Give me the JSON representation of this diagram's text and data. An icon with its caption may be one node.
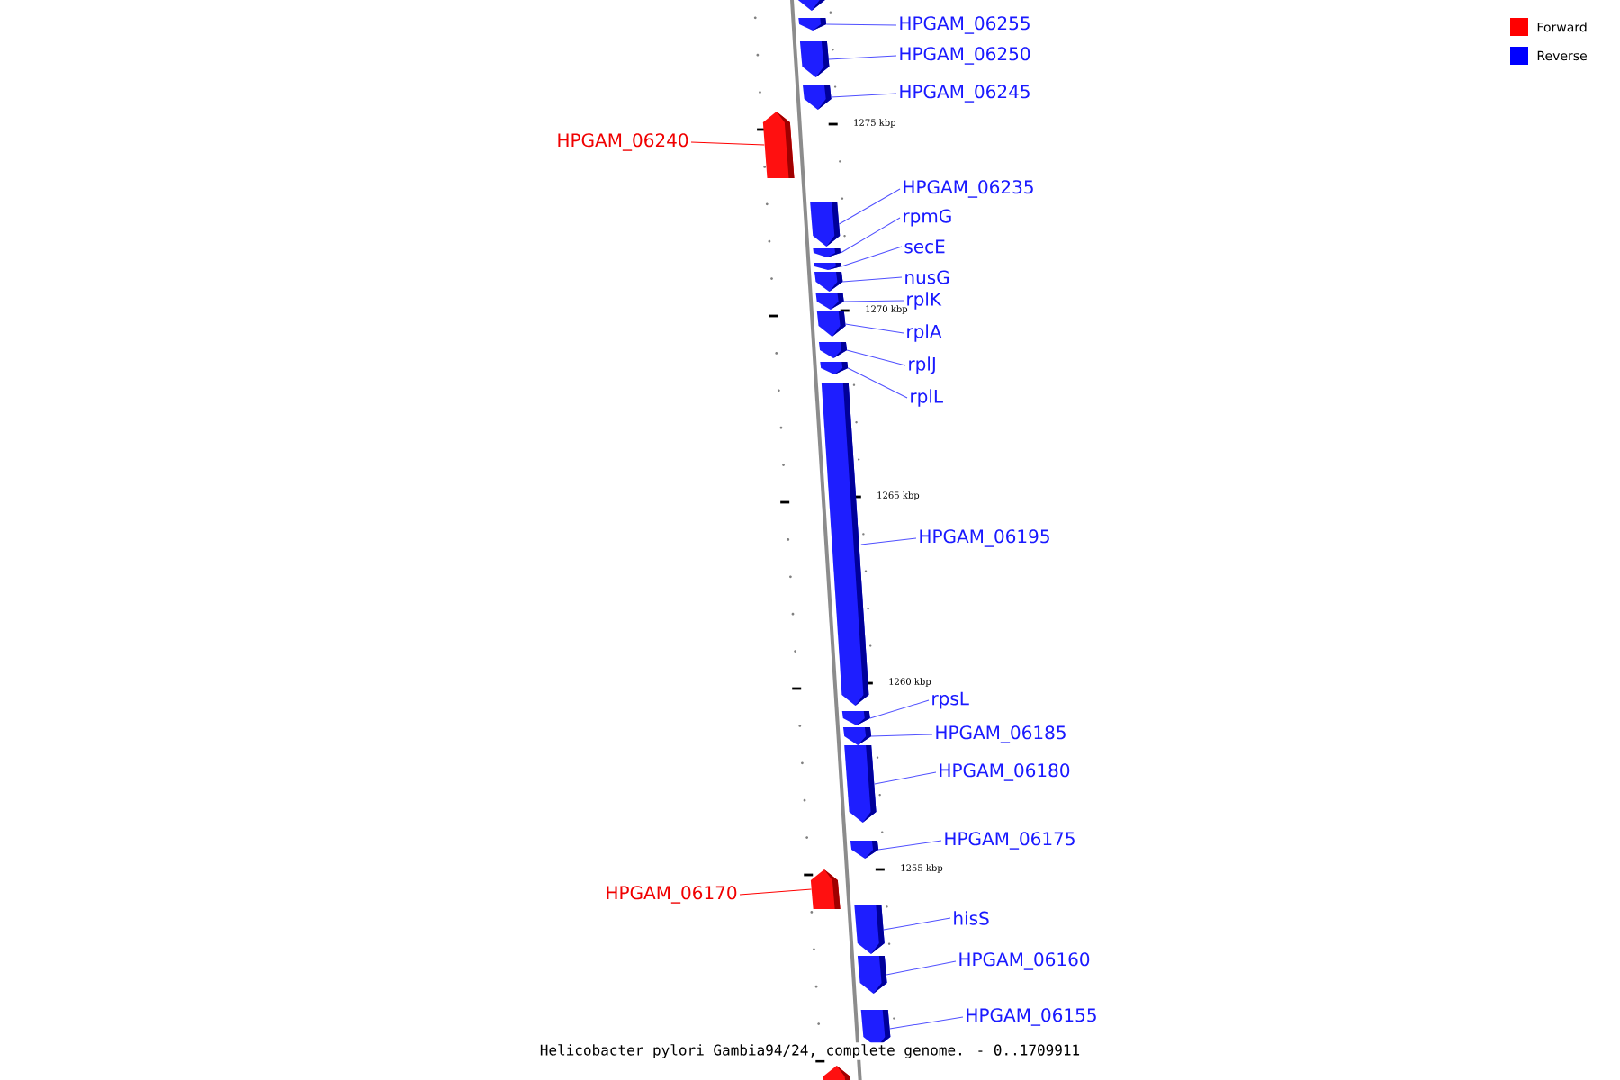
{
  "diagram": {
    "caption": "Helicobacter pylori Gambia94/24, complete genome. - 0..1709911",
    "nodes": [
      {
        "text": [],
        "shape": "arrow"
      },
      {
        "text": [],
        "shape": "arrow"
      },
      {
        "text": [
          "HPGAM_06255"
        ]
      },
      {
        "text": [],
        "shape": "arrow"
      },
      {
        "text": [
          "HPGAM_06250"
        ]
      },
      {
        "text": [],
        "shape": "arrow"
      },
      {
        "text": [
          "HPGAM_06245"
        ]
      },
      {
        "text": [],
        "shape": "arrow"
      },
      {
        "text": [
          "HPGAM_06240"
        ]
      },
      {
        "text": [],
        "shape": "arrow"
      },
      {
        "text": [
          "HPGAM_06235"
        ]
      },
      {
        "text": [],
        "shape": "arrow"
      },
      {
        "text": [
          "rpmG"
        ]
      },
      {
        "text": [],
        "shape": "arrow"
      },
      {
        "text": [
          "secE"
        ]
      },
      {
        "text": [],
        "shape": "arrow"
      },
      {
        "text": [
          "nusG"
        ]
      },
      {
        "text": [],
        "shape": "arrow"
      },
      {
        "text": [
          "rplK"
        ]
      },
      {
        "text": [],
        "shape": "arrow"
      },
      {
        "text": [
          "rplA"
        ]
      },
      {
        "text": [],
        "shape": "arrow"
      },
      {
        "text": [
          "rplJ"
        ]
      },
      {
        "text": [],
        "shape": "arrow"
      },
      {
        "text": [
          "rplL"
        ]
      },
      {
        "text": [],
        "shape": "arrow"
      },
      {
        "text": [
          "HPGAM_06195"
        ]
      },
      {
        "text": [],
        "shape": "arrow"
      },
      {
        "text": [
          "rpsL"
        ]
      },
      {
        "text": [],
        "shape": "arrow"
      },
      {
        "text": [
          "HPGAM_06185"
        ]
      },
      {
        "text": [],
        "shape": "arrow"
      },
      {
        "text": [
          "HPGAM_06180"
        ]
      },
      {
        "text": [],
        "shape": "arrow"
      },
      {
        "text": [
          "HPGAM_06175"
        ]
      },
      {
        "text": [],
        "shape": "arrow"
      },
      {
        "text": [
          "HPGAM_06170"
        ]
      },
      {
        "text": [],
        "shape": "arrow"
      },
      {
        "text": [
          "hisS"
        ]
      },
      {
        "text": [],
        "shape": "arrow"
      },
      {
        "text": [
          "HPGAM_06160"
        ]
      },
      {
        "text": [],
        "shape": "arrow"
      },
      {
        "text": [
          "HPGAM_06155"
        ]
      },
      {
        "text": [],
        "shape": "arrow"
      }
    ],
    "edges": [
      {
        "from": 2,
        "to": 1,
        "arrow": "none"
      },
      {
        "from": 4,
        "to": 3,
        "arrow": "none"
      },
      {
        "from": 6,
        "to": 5,
        "arrow": "none"
      },
      {
        "from": 8,
        "to": 7,
        "arrow": "none",
        "color": "#ff0000"
      },
      {
        "from": 10,
        "to": 9,
        "arrow": "none"
      },
      {
        "from": 12,
        "to": 11,
        "arrow": "none"
      },
      {
        "from": 14,
        "to": 13,
        "arrow": "none"
      },
      {
        "from": 16,
        "to": 15,
        "arrow": "none"
      },
      {
        "from": 18,
        "to": 17,
        "arrow": "none"
      },
      {
        "from": 20,
        "to": 19,
        "arrow": "none"
      },
      {
        "from": 22,
        "to": 21,
        "arrow": "none"
      },
      {
        "from": 24,
        "to": 23,
        "arrow": "none"
      },
      {
        "from": 26,
        "to": 25,
        "arrow": "none"
      },
      {
        "from": 28,
        "to": 27,
        "arrow": "none"
      },
      {
        "from": 30,
        "to": 29,
        "arrow": "none"
      },
      {
        "from": 32,
        "to": 31,
        "arrow": "none"
      },
      {
        "from": 34,
        "to": 33,
        "arrow": "none"
      },
      {
        "from": 36,
        "to": 35,
        "arrow": "none",
        "color": "#ff0000"
      },
      {
        "from": 38,
        "to": 37,
        "arrow": "none"
      },
      {
        "from": 40,
        "to": 39,
        "arrow": "none"
      },
      {
        "from": 42,
        "to": 41,
        "arrow": "none"
      }
    ],
    "labels": [
      "1275 kbp",
      "1270 kbp",
      "1265 kbp",
      "1260 kbp",
      "1255 kbp"
    ],
    "legend": [
      {
        "text": "Forward",
        "color": "#ff0000"
      },
      {
        "text": "Reverse",
        "color": "#0000ff"
      }
    ]
  }
}
